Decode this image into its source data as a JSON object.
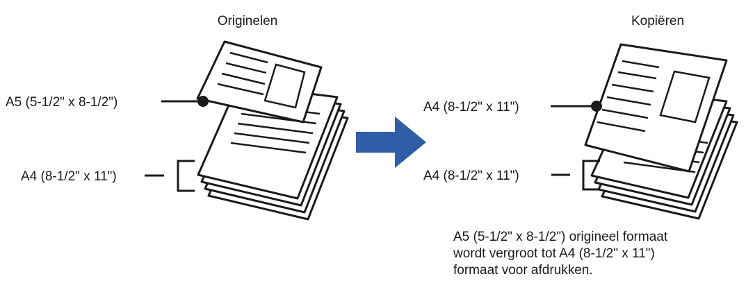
{
  "headings": {
    "originals": "Originelen",
    "copies": "Kopiëren"
  },
  "labels": {
    "original_top": "A5 (5-1/2\" x 8-1/2\")",
    "original_stack": "A4 (8-1/2\" x 11\")",
    "copy_top": "A4 (8-1/2\" x 11\")",
    "copy_stack": "A4 (8-1/2\" x 11\")"
  },
  "note": {
    "line1": "A5 (5-1/2\" x 8-1/2\") origineel formaat",
    "line2": "wordt vergroot tot A4 (8-1/2\" x 11\")",
    "line3": "formaat voor afdrukken."
  },
  "colors": {
    "arrow": "#2f5ea6",
    "ink": "#1a1a1a",
    "paper": "#ffffff"
  }
}
